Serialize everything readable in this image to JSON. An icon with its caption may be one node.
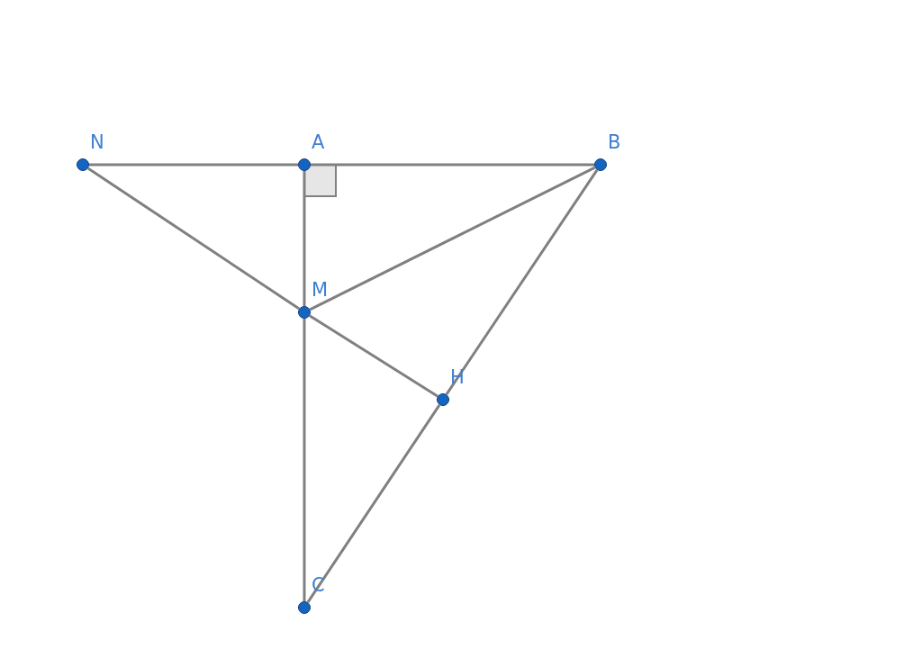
{
  "diagram": {
    "nodes": [
      {
        "text": [],
        "shape": "circle",
        "beside": [
          "N"
        ]
      },
      {
        "text": [],
        "shape": "circle",
        "beside": [
          "A"
        ]
      },
      {
        "text": [],
        "shape": "circle",
        "beside": [
          "B"
        ]
      },
      {
        "text": [],
        "shape": "circle",
        "beside": [
          "M"
        ]
      },
      {
        "text": [],
        "shape": "circle",
        "beside": [
          "H"
        ]
      },
      {
        "text": [],
        "shape": "circle",
        "beside": [
          "C"
        ]
      }
    ],
    "edges": [
      {
        "from": 0,
        "to": 1,
        "arrow": "none"
      },
      {
        "from": 1,
        "to": 2,
        "arrow": "none"
      },
      {
        "from": 1,
        "to": 3,
        "arrow": "none"
      },
      {
        "from": 3,
        "to": 5,
        "arrow": "none"
      },
      {
        "from": 0,
        "to": 3,
        "arrow": "none"
      },
      {
        "from": 3,
        "to": 4,
        "arrow": "none"
      },
      {
        "from": 3,
        "to": 2,
        "arrow": "none"
      },
      {
        "from": 2,
        "to": 4,
        "arrow": "none"
      },
      {
        "from": 4,
        "to": 5,
        "arrow": "none"
      }
    ]
  }
}
